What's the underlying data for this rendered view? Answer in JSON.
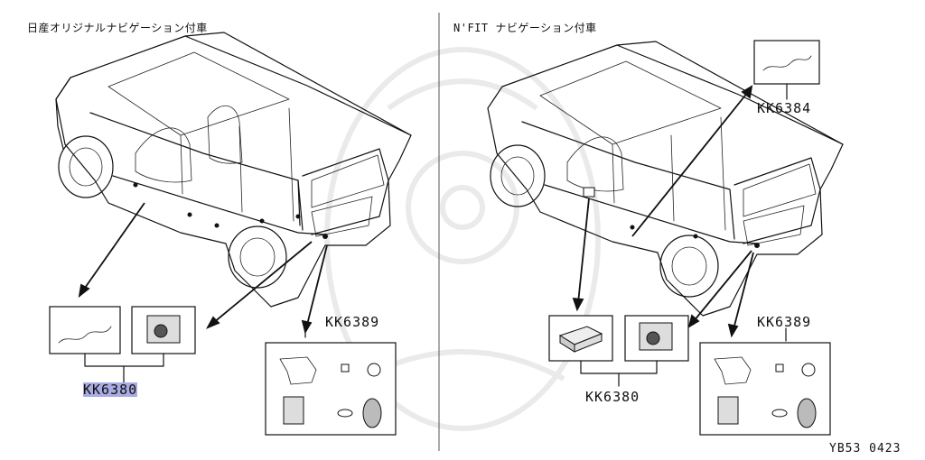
{
  "left_panel": {
    "heading": "日産オリジナルナビゲーション付車",
    "kit_main": "KK6380",
    "kit_parts": "KK6389"
  },
  "right_panel": {
    "heading": "N'FIT ナビゲーション付車",
    "kit_cable": "KK6384",
    "kit_main": "KK6380",
    "kit_parts": "KK6389"
  },
  "footer_code": "YB53 0423",
  "colors": {
    "highlight": "#a9abe3",
    "line": "#111111"
  }
}
